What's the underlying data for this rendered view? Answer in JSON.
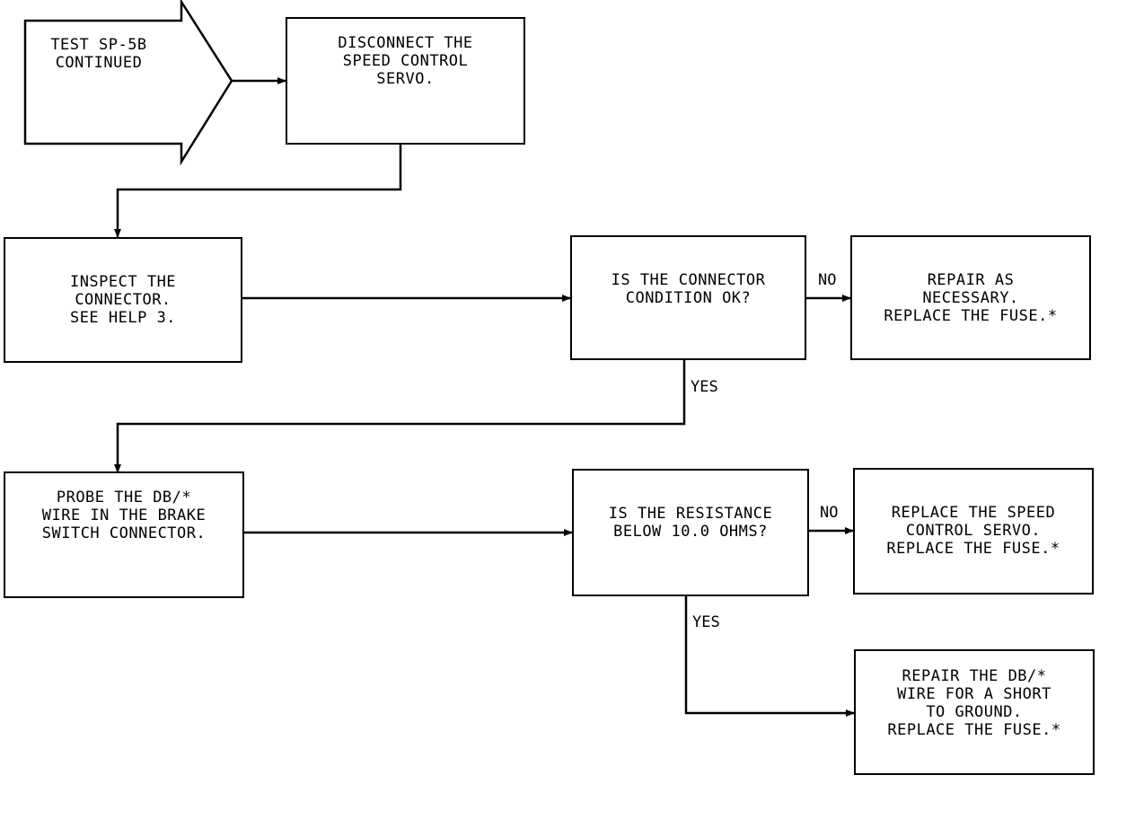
{
  "start_arrow": {
    "text": "TEST SP-5B\nCONTINUED"
  },
  "steps": {
    "disconnect_servo": "DISCONNECT THE\nSPEED CONTROL\nSERVO.",
    "inspect_connector": "INSPECT THE\nCONNECTOR.\nSEE HELP 3.",
    "connector_ok_question": "IS THE CONNECTOR\nCONDITION OK?",
    "repair_connector": "REPAIR AS\nNECESSARY.\nREPLACE THE FUSE.*",
    "probe_wire": "PROBE THE DB/*\nWIRE IN THE BRAKE\nSWITCH CONNECTOR.",
    "resistance_question": "IS THE RESISTANCE\nBELOW 10.0 OHMS?",
    "replace_servo": "REPLACE THE SPEED\nCONTROL SERVO.\nREPLACE THE FUSE.*",
    "repair_short": "REPAIR THE DB/*\nWIRE FOR A SHORT\nTO GROUND.\nREPLACE THE FUSE.*"
  },
  "branch_labels": {
    "no_1": "NO",
    "yes_1": "YES",
    "no_2": "NO",
    "yes_2": "YES"
  },
  "colors": {
    "line": "#000000",
    "background": "#ffffff"
  }
}
